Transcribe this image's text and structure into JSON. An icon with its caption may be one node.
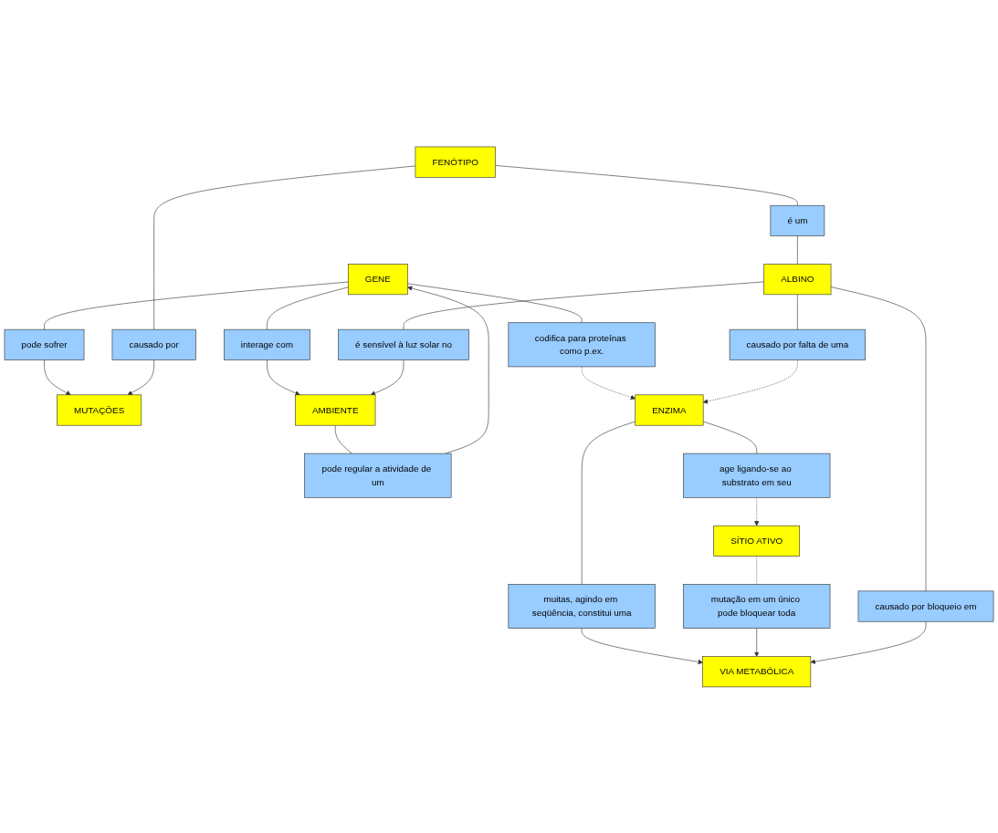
{
  "diagram": {
    "nodes": [
      {
        "text": [
          "GENE"
        ]
      },
      {
        "text": [
          "pode sofrer"
        ]
      },
      {
        "text": [
          "interage com"
        ]
      },
      {
        "text": [
          "pode regular a atividade de um"
        ]
      },
      {
        "text": [
          "codifica para proteínas como p.ex."
        ]
      },
      {
        "text": [
          "MUTAÇÕES"
        ]
      },
      {
        "text": [
          "AMBIENTE"
        ]
      },
      {
        "text": [
          "ENZIMA"
        ]
      },
      {
        "text": [
          "age ligando-se ao substrato em seu"
        ]
      },
      {
        "text": [
          "SÍTIO ATIVO"
        ]
      },
      {
        "text": [
          "causado por"
        ]
      },
      {
        "text": [
          "é sensível à luz solar no"
        ]
      },
      {
        "text": [
          "muitas, agindo em seqüência, constitui uma"
        ]
      },
      {
        "text": [
          "mutação em um único pode bloquear toda"
        ]
      },
      {
        "text": [
          "FENÓTIPO"
        ]
      },
      {
        "text": [
          "causado por falta de uma"
        ]
      },
      {
        "text": [
          "é um"
        ]
      },
      {
        "text": [
          "VIA METABÓLICA"
        ]
      },
      {
        "text": [
          "ALBINO"
        ]
      },
      {
        "text": [
          "causado por bloqueio em"
        ]
      }
    ],
    "edges": [
      {
        "from": 0,
        "to": 1,
        "arrow": "none"
      },
      {
        "from": 1,
        "to": 5,
        "arrow": "to"
      },
      {
        "from": 0,
        "to": 2,
        "arrow": "none"
      },
      {
        "from": 2,
        "to": 6,
        "arrow": "to"
      },
      {
        "from": 6,
        "to": 3,
        "arrow": "none"
      },
      {
        "from": 3,
        "to": 0,
        "arrow": "to"
      },
      {
        "from": 0,
        "to": 4,
        "arrow": "none"
      },
      {
        "from": 4,
        "to": 7,
        "arrow": "to",
        "style": "dashed"
      },
      {
        "from": 7,
        "to": 8,
        "arrow": "none"
      },
      {
        "from": 8,
        "to": 9,
        "arrow": "to",
        "style": "dashed"
      },
      {
        "from": 7,
        "to": 12,
        "arrow": "none"
      },
      {
        "from": 12,
        "to": 17,
        "arrow": "to"
      },
      {
        "from": 9,
        "to": 13,
        "arrow": "none",
        "style": "dashed"
      },
      {
        "from": 13,
        "to": 17,
        "arrow": "to"
      },
      {
        "from": 14,
        "to": 10,
        "arrow": "none"
      },
      {
        "from": 10,
        "to": 5,
        "arrow": "to"
      },
      {
        "from": 14,
        "to": 16,
        "arrow": "none"
      },
      {
        "from": 16,
        "to": 18,
        "arrow": "none"
      },
      {
        "from": 18,
        "to": 11,
        "arrow": "none"
      },
      {
        "from": 11,
        "to": 6,
        "arrow": "to"
      },
      {
        "from": 18,
        "to": 15,
        "arrow": "none"
      },
      {
        "from": 15,
        "to": 7,
        "arrow": "to",
        "style": "dashed"
      },
      {
        "from": 18,
        "to": 19,
        "arrow": "none"
      },
      {
        "from": 19,
        "to": 17,
        "arrow": "to"
      }
    ]
  }
}
